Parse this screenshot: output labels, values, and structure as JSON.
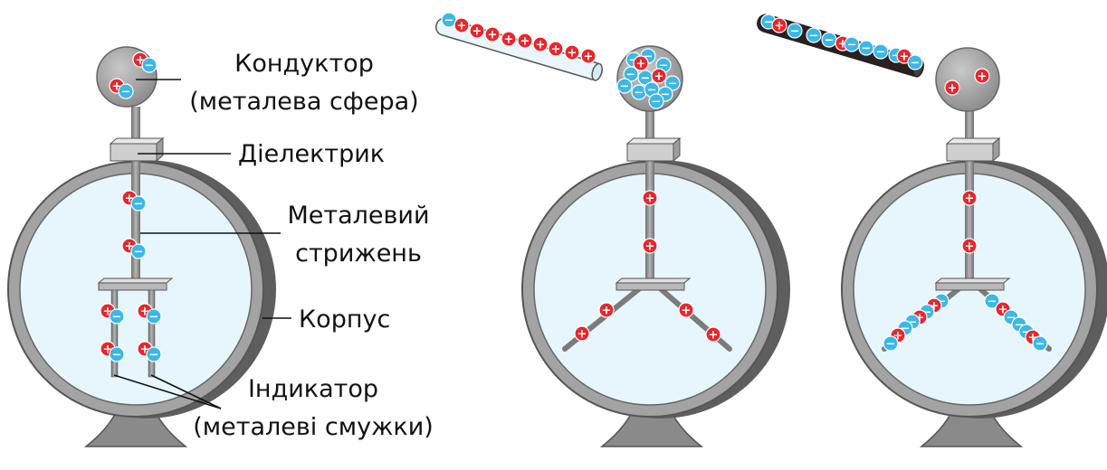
{
  "labels": {
    "conductor_line1": "Кондуктор",
    "conductor_line2": "(металева сфера)",
    "dielectric": "Діелектрик",
    "rod_line1": "Металевий",
    "rod_line2": "стрижень",
    "body": "Корпус",
    "indicator_line1": "Індикатор",
    "indicator_line2": "(металеві смужки)"
  },
  "charge_symbols": {
    "positive": "+",
    "negative": "−"
  },
  "colors": {
    "positive": "#e8262c",
    "negative": "#3bb7e8",
    "glass": "#e7f6fd",
    "metal_rim": "#9a9a9a",
    "shadow": "#5e5e5e",
    "pole": "#8d8d8d"
  },
  "panels": [
    {
      "name": "neutral",
      "rod": "none",
      "leaves": "down"
    },
    {
      "name": "positive-rod-approach",
      "rod": "positive",
      "leaves": "diverged"
    },
    {
      "name": "negative-rod-contact",
      "rod": "negative",
      "leaves": "diverged"
    }
  ]
}
